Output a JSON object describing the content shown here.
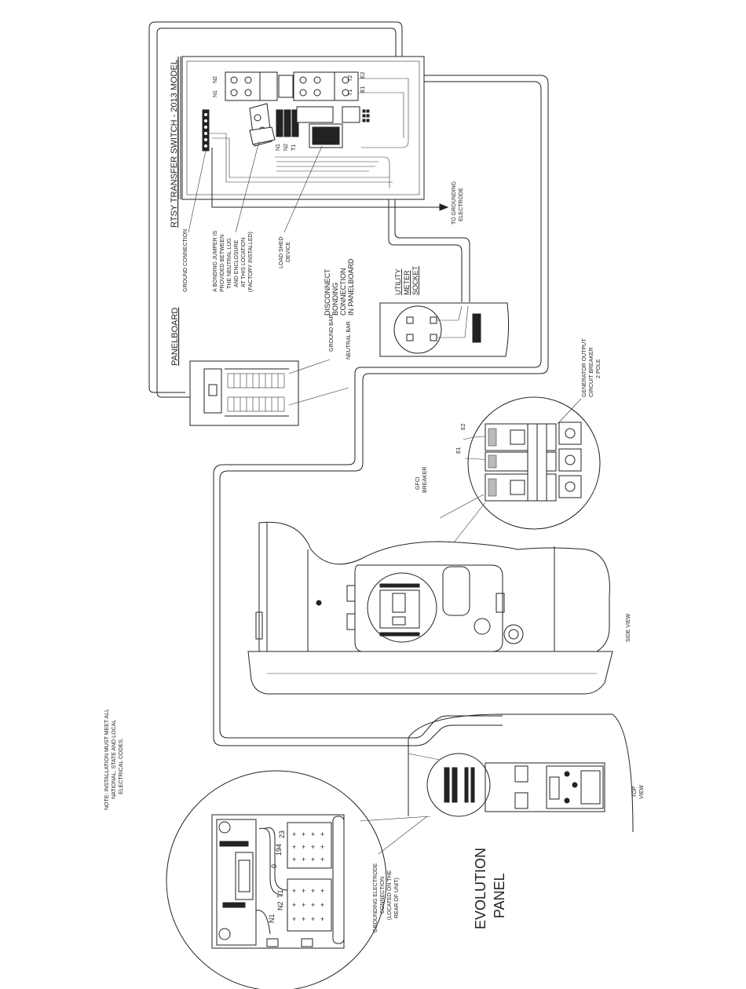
{
  "labels": {
    "transfer_switch": "RTSY TRANSFER SWITCH - 2013 MODEL",
    "ground_connection": "GROUND CONNECTION",
    "bonding_jumper": [
      "A BONDING JUMPER IS",
      "PROVIDED BETWEEN",
      "THE NEUTRAL LUG",
      "AND ENCLOSURE",
      "AT THIS LOCATION",
      "(FACTORY INSTALLED)"
    ],
    "load_shed": [
      "LOAD SHED",
      "DEVICE"
    ],
    "to_grounding": [
      "TO GROUNDING",
      "ELECTRODE"
    ],
    "panelboard": "PANELBOARD",
    "ground_bar": "GROUND BAR",
    "neutral_bar": "NEUTRAL BAR",
    "disconnect": [
      "DISCONNECT",
      "BONDING",
      "CONNECTION",
      "IN PANELBOARD"
    ],
    "utility_meter": [
      "UTILITY",
      "METER",
      "SOCKET"
    ],
    "gen_output": [
      "GENERATOR OUTPUT",
      "CIRCUIT BREAKER",
      "2 POLE"
    ],
    "gfci": [
      "GFCI",
      "BREAKER"
    ],
    "e1": "E1",
    "e2": "E2",
    "side_view": "SIDE VIEW",
    "top_view": [
      "TOP",
      "VIEW"
    ],
    "note": [
      "NOTE: INSTALLATION MUST MEET ALL",
      "NATIONAL, STATE AND LOCAL",
      "ELECTRICAL CODES."
    ],
    "grounding_electrode_conn": [
      "GROUNDING ELECTRODE",
      "CONNECTION",
      "(LOCATED ON THE",
      "REAR OF UNIT)"
    ],
    "evolution_panel": [
      "EVOLUTION",
      "PANEL"
    ],
    "terminals": [
      "N1",
      "N2",
      "T1",
      "0",
      "194",
      "23"
    ],
    "ts_terminals_top": [
      "N2",
      "N1"
    ],
    "ts_terminals_right": [
      "E2",
      "E1",
      "T2",
      "T1"
    ],
    "ts_small": [
      "N1",
      "N2",
      "T1"
    ]
  }
}
